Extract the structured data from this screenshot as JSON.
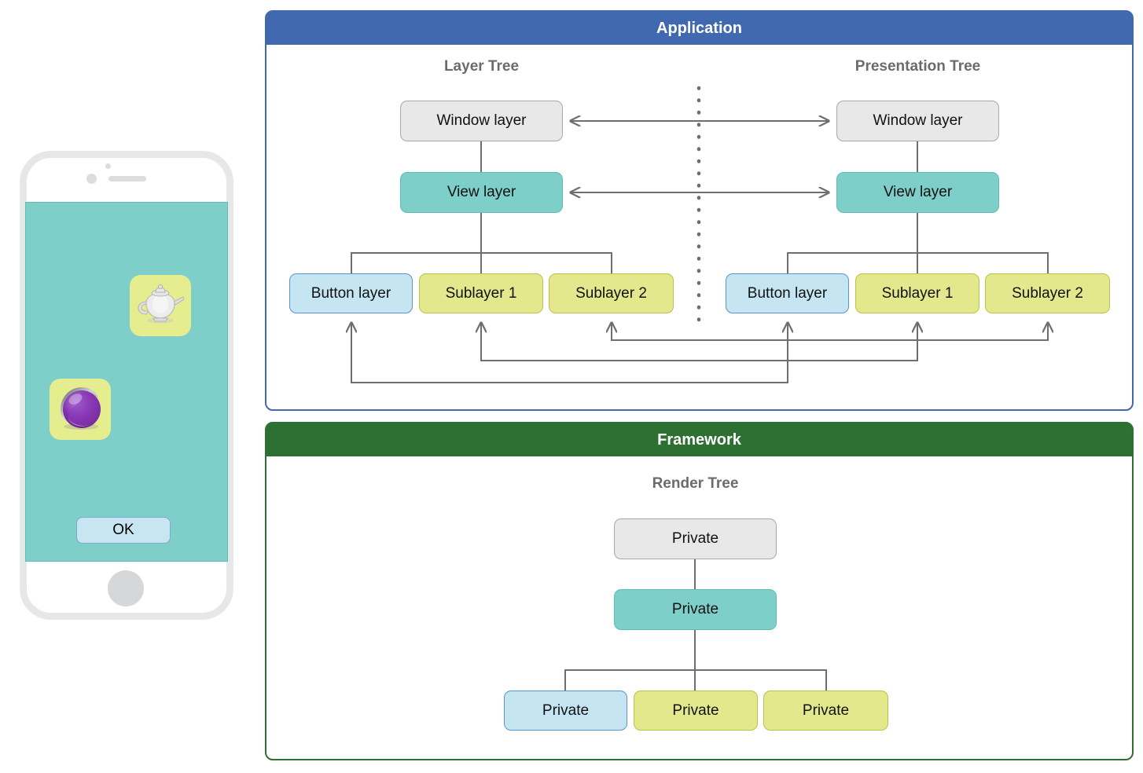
{
  "panels": {
    "application": {
      "title": "Application",
      "accent": "#4169b0",
      "trees": [
        {
          "name": "layer_tree",
          "title": "Layer Tree",
          "nodes": [
            {
              "label": "Window layer",
              "color": "gray"
            },
            {
              "label": "View layer",
              "color": "teal"
            },
            {
              "label": "Button layer",
              "color": "blue"
            },
            {
              "label": "Sublayer 1",
              "color": "yellow"
            },
            {
              "label": "Sublayer 2",
              "color": "yellow"
            }
          ]
        },
        {
          "name": "presentation_tree",
          "title": "Presentation Tree",
          "nodes": [
            {
              "label": "Window layer",
              "color": "gray"
            },
            {
              "label": "View layer",
              "color": "teal"
            },
            {
              "label": "Button layer",
              "color": "blue"
            },
            {
              "label": "Sublayer 1",
              "color": "yellow"
            },
            {
              "label": "Sublayer 2",
              "color": "yellow"
            }
          ]
        }
      ]
    },
    "framework": {
      "title": "Framework",
      "accent": "#2e7031",
      "trees": [
        {
          "name": "render_tree",
          "title": "Render Tree",
          "nodes": [
            {
              "label": "Private",
              "color": "gray"
            },
            {
              "label": "Private",
              "color": "teal"
            },
            {
              "label": "Private",
              "color": "blue"
            },
            {
              "label": "Private",
              "color": "yellow"
            },
            {
              "label": "Private",
              "color": "yellow"
            }
          ]
        }
      ]
    }
  },
  "phone": {
    "screen_color": "#7ecfc9",
    "ok_button_label": "OK",
    "icons": [
      {
        "name": "teapot-icon",
        "tile_color": "#e5ed8e"
      },
      {
        "name": "purple-sphere-icon",
        "tile_color": "#e5ed8e"
      }
    ]
  },
  "colors": {
    "gray_node": "#e8e8e8",
    "teal_node": "#7ecfc9",
    "blue_node": "#c5e5f2",
    "yellow_node": "#e3e88c",
    "wire": "#6e6e6e",
    "application_accent": "#4169b0",
    "framework_accent": "#2e7031"
  }
}
